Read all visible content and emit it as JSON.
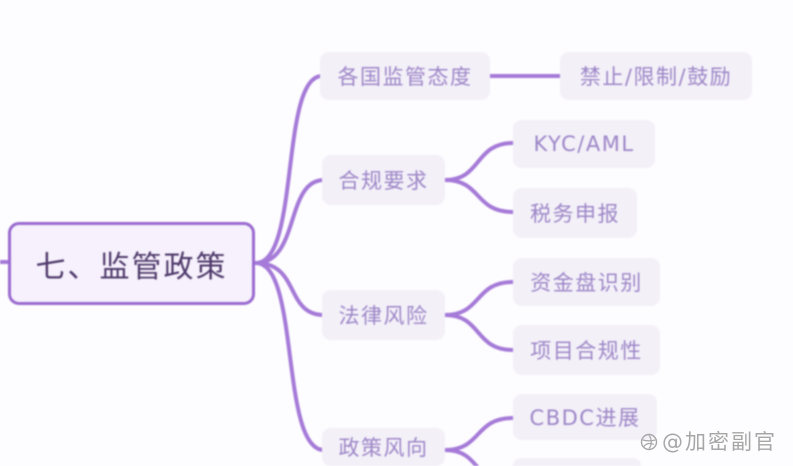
{
  "diagram": {
    "root": {
      "label": "七、监管政策"
    },
    "branches": [
      {
        "label": "各国监管态度",
        "children": [
          {
            "label": "禁止/限制/鼓励"
          }
        ]
      },
      {
        "label": "合规要求",
        "children": [
          {
            "label": "KYC/AML"
          },
          {
            "label": "税务申报"
          }
        ]
      },
      {
        "label": "法律风险",
        "children": [
          {
            "label": "资金盘识别"
          },
          {
            "label": "项目合规性"
          }
        ]
      },
      {
        "label": "政策风向",
        "children": [
          {
            "label": "CBDC进展"
          },
          {
            "label": ""
          }
        ]
      }
    ]
  },
  "watermark": {
    "text": "@加密副官",
    "icon": "channels-logo-icon"
  },
  "colors": {
    "accent": "#a57ad8",
    "root_border": "#9a6bd0",
    "root_fill": "#f6f1fc",
    "node_fill": "#f3f0f8",
    "root_text": "#4f3a6b",
    "node_text": "#9d86c7",
    "watermark_text": "#a6a6a6"
  }
}
